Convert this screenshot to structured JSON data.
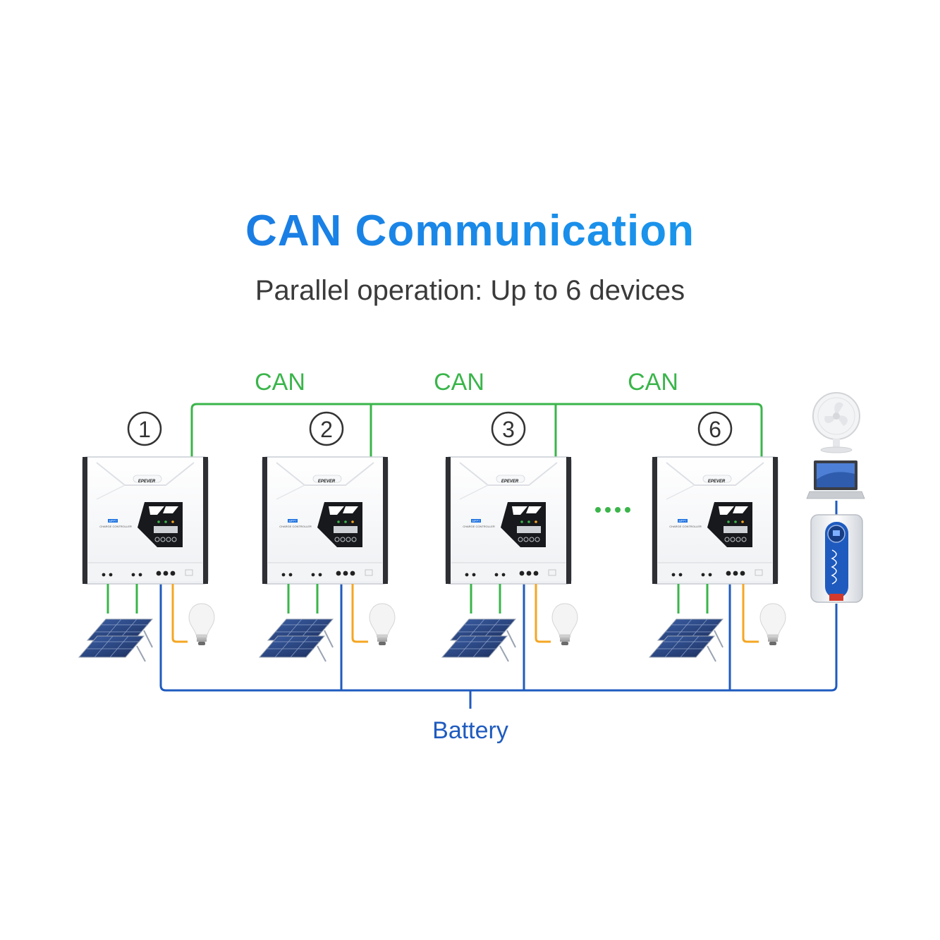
{
  "title": "CAN Communication",
  "subtitle": "Parallel operation: Up to 6 devices",
  "colors": {
    "title_gradient_start": "#1a6fe0",
    "title_gradient_end": "#1aa3f0",
    "subtitle": "#3a3a3a",
    "can_line": "#3ab54a",
    "battery_line": "#1f5bbf",
    "load_line": "#f5a623"
  },
  "bus_labels": {
    "can": [
      "CAN",
      "CAN",
      "CAN"
    ],
    "battery": "Battery"
  },
  "devices": [
    {
      "number": "1",
      "brand": "EPEVER",
      "badge": "MPPT",
      "model_text": "CHARGE CONTROLLER"
    },
    {
      "number": "2",
      "brand": "EPEVER",
      "badge": "MPPT",
      "model_text": "CHARGE CONTROLLER"
    },
    {
      "number": "3",
      "brand": "EPEVER",
      "badge": "MPPT",
      "model_text": "CHARGE CONTROLLER"
    },
    {
      "number": "6",
      "brand": "EPEVER",
      "badge": "MPPT",
      "model_text": "CHARGE CONTROLLER"
    }
  ],
  "icons": {
    "fan": "desk-fan-icon",
    "laptop": "laptop-icon",
    "inverter": "inverter-icon",
    "solar_panel": "solar-panel-icon",
    "bulb": "light-bulb-icon",
    "ellipsis": "ellipsis-dots-icon"
  }
}
